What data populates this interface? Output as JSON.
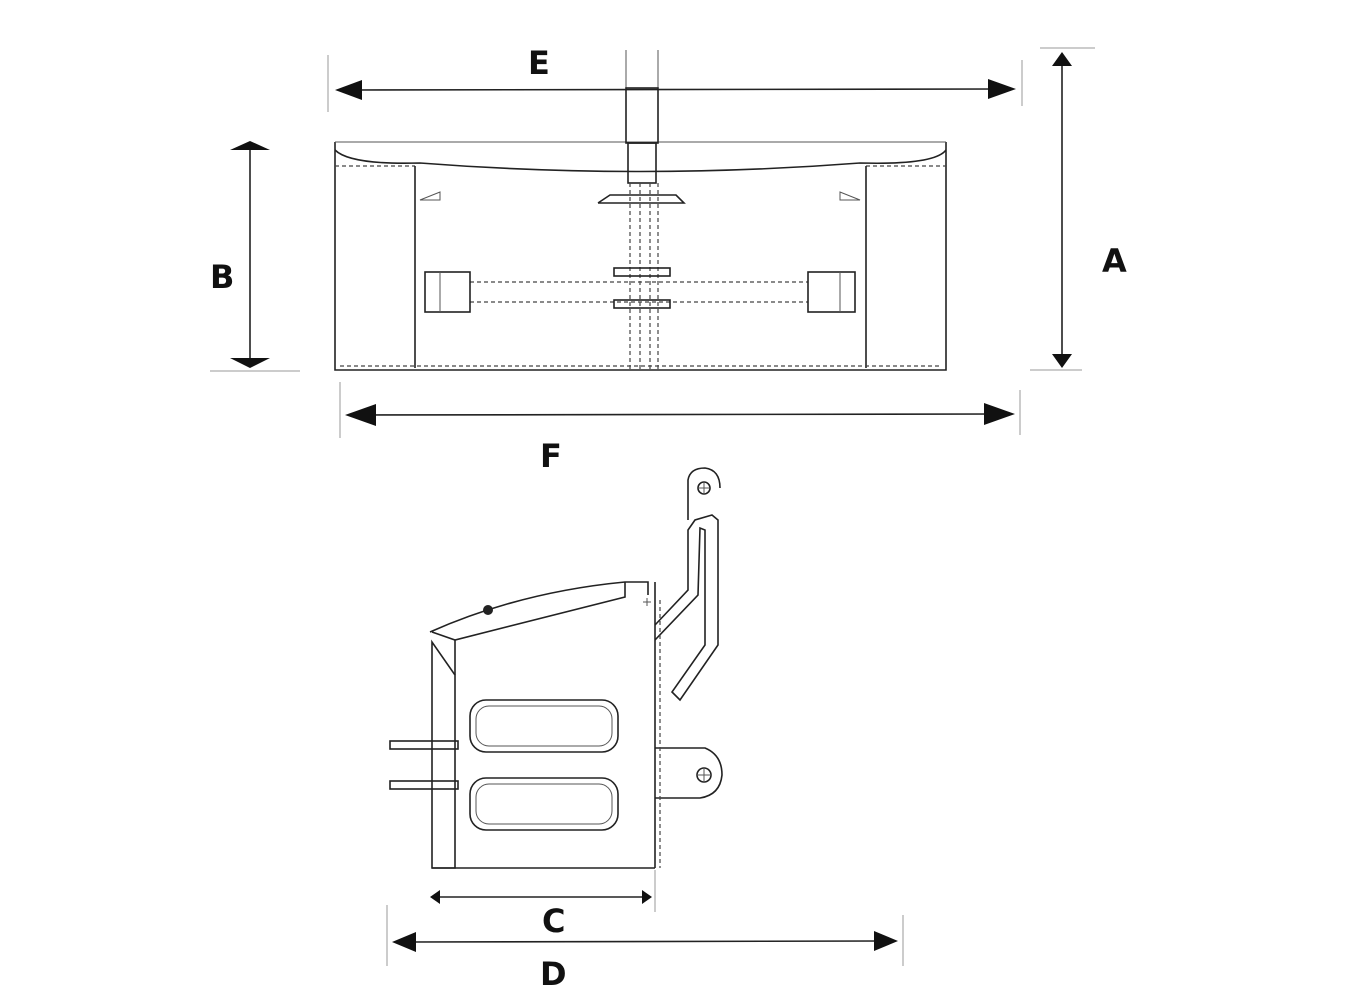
{
  "diagram": {
    "dimensions": {
      "A": "A",
      "B": "B",
      "C": "C",
      "D": "D",
      "E": "E",
      "F": "F"
    },
    "colors": {
      "line": "#222222",
      "background": "#ffffff"
    }
  }
}
